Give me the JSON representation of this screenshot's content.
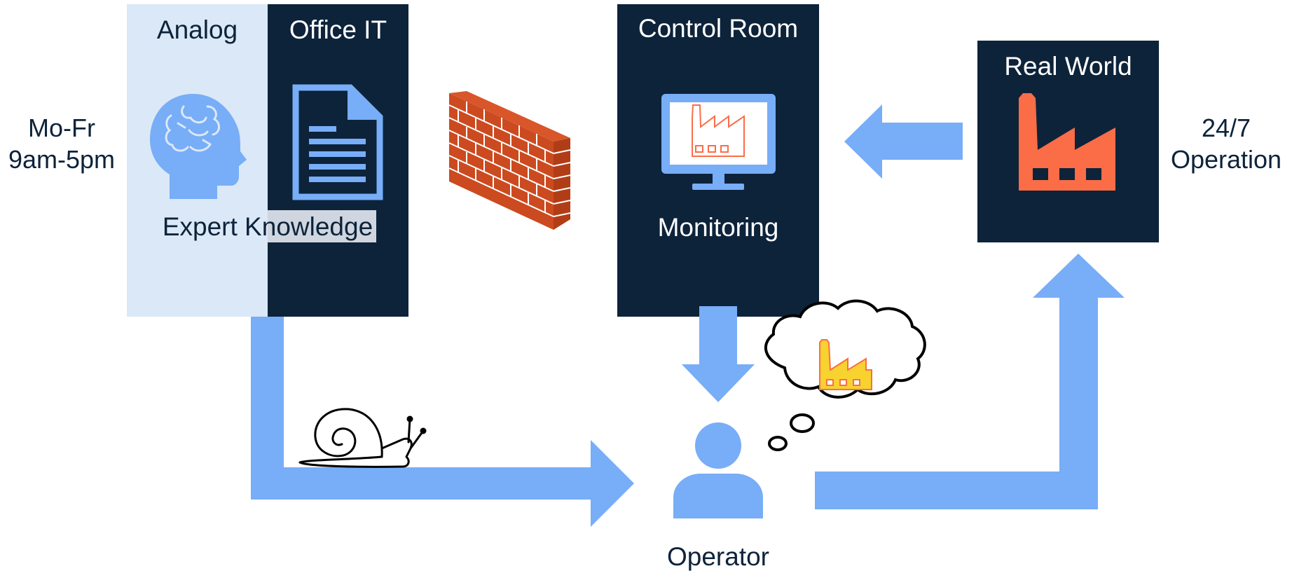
{
  "left_time": {
    "line1": "Mo-Fr",
    "line2": "9am-5pm"
  },
  "right_time": {
    "line1": "24/7",
    "line2": "Operation"
  },
  "analog": {
    "title": "Analog"
  },
  "office_it": {
    "title": "Office IT"
  },
  "expert_knowledge": "Expert Knowledge",
  "control_room": {
    "title": "Control Room",
    "caption": "Monitoring"
  },
  "real_world": {
    "title": "Real World"
  },
  "operator": "Operator",
  "colors": {
    "navy": "#0d233a",
    "light_panel": "#dbe8f7",
    "arrow_blue": "#78adf7",
    "icon_blue": "#78adf7",
    "factory_orange": "#fb6d47",
    "brick": "#cc4a1f",
    "factory_yellow": "#f8d22f"
  },
  "icons": [
    "brain-head-icon",
    "document-icon",
    "firewall-icon",
    "monitor-factory-icon",
    "factory-icon",
    "snail-icon",
    "operator-person-icon",
    "thought-cloud-icon"
  ]
}
